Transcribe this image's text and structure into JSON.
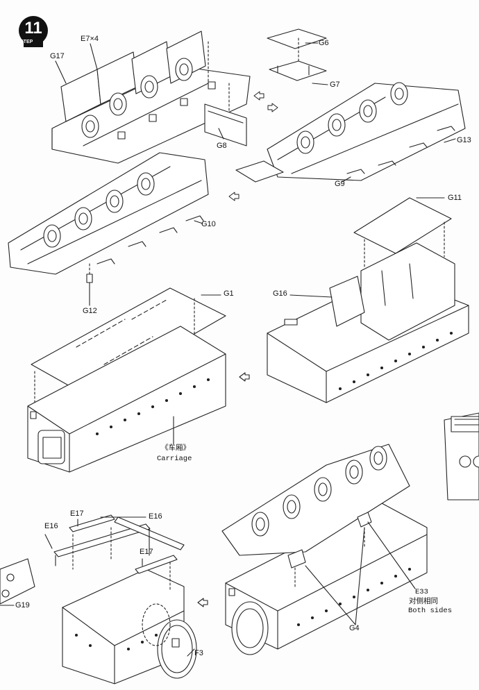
{
  "step": {
    "number": "11",
    "word": "STEP"
  },
  "labels": {
    "e7x4": "E7×4",
    "g17": "G17",
    "g8": "G8",
    "g6": "G6",
    "g7": "G7",
    "g13": "G13",
    "g9": "G9",
    "g10": "G10",
    "g12": "G12",
    "g11": "G11",
    "g1": "G1",
    "g16": "G16",
    "carriage_cn": "《车厢》",
    "carriage_en": "Carriage",
    "e17_top": "E17",
    "e16_right": "E16",
    "e16_left": "E16",
    "e17_mid": "E17",
    "g19": "G19",
    "f3": "F3",
    "g4": "G4",
    "e33": "E33",
    "both_sides_cn": "对侧相同",
    "both_sides_en": "Both sides"
  },
  "arrows": {
    "glyph": "⇨",
    "glyph_left": "⇦"
  }
}
